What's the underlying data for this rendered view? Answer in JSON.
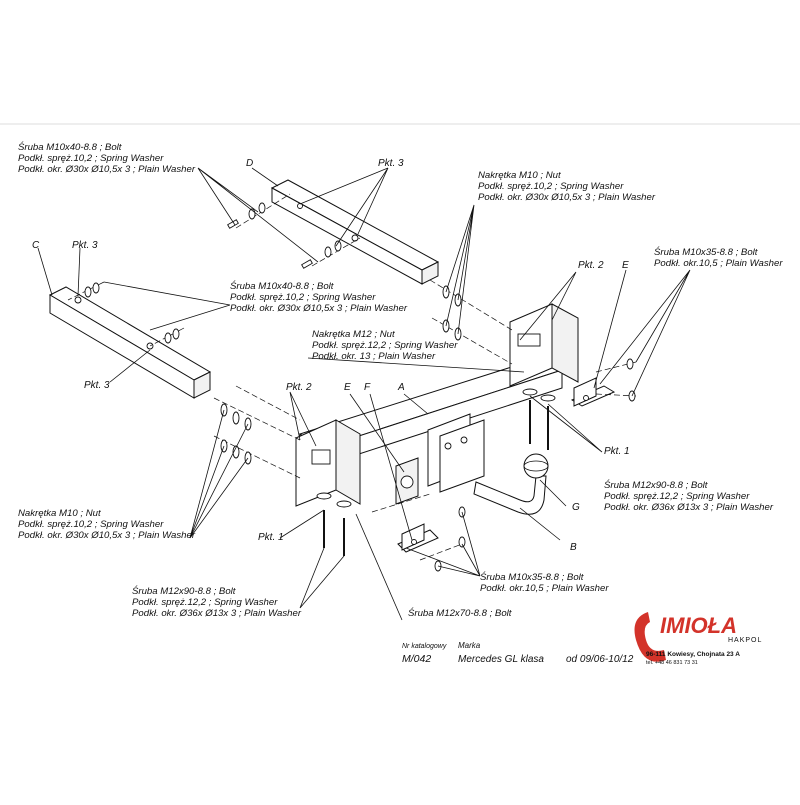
{
  "labels": {
    "D": "D",
    "C": "C",
    "A": "A",
    "B": "B",
    "E_right": "E",
    "E_center": "E",
    "F": "F",
    "G": "G"
  },
  "pkt": {
    "pkt3_top": "Pkt. 3",
    "pkt3_left": "Pkt. 3",
    "pkt3_lower": "Pkt. 3",
    "pkt2_right": "Pkt. 2",
    "pkt2_left": "Pkt. 2",
    "pkt1_right": "Pkt. 1",
    "pkt1_left": "Pkt. 1"
  },
  "callouts": {
    "top_left": [
      "Śruba M10x40-8.8 ;  Bolt",
      "Podkł. spręż.10,2 ; Spring Washer",
      "Podkł. okr.  Ø30x Ø10,5x 3 ; Plain Washer"
    ],
    "top_right_nut": [
      "Nakrętka  M10 ; Nut",
      "Podkł. spręż.10,2 ; Spring Washer",
      "Podkł. okr.  Ø30x Ø10,5x 3 ; Plain Washer"
    ],
    "right_bolt": [
      "Śruba M10x35-8.8 ;  Bolt",
      "Podkł. okr.10,5 ; Plain Washer"
    ],
    "mid_bolt": [
      "Śruba M10x40-8.8 ;  Bolt",
      "Podkł. spręż.10,2 ; Spring Washer",
      "Podkł. okr.  Ø30x Ø10,5x 3 ; Plain Washer"
    ],
    "mid_nut": [
      "Nakrętka  M12 ; Nut",
      "Podkł. spręż.12,2 ; Spring Washer",
      "Podkł. okr. 13 ; Plain Washer"
    ],
    "right_lower_bolt": [
      "Śruba M12x90-8.8 ;  Bolt",
      "Podkł. spręż.12,2 ; Spring Washer",
      "Podkł. okr.  Ø36x Ø13x 3 ; Plain Washer"
    ],
    "left_nut": [
      "Nakrętka  M10 ; Nut",
      "Podkł. spręż.10,2 ; Spring Washer",
      "Podkł. okr.  Ø30x Ø10,5x 3 ; Plain Washer"
    ],
    "center_bolt": [
      "Śruba M10x35-8.8 ;  Bolt",
      "Podkł. okr.10,5 ; Plain Washer"
    ],
    "left_lower_bolt": [
      "Śruba M12x90-8.8 ;  Bolt",
      "Podkł. spręż.12,2 ; Spring Washer",
      "Podkł. okr.  Ø36x Ø13x 3 ; Plain Washer"
    ],
    "bottom_bolt": [
      "Śruba M12x70-8.8 ;  Bolt"
    ]
  },
  "footer": {
    "catalog_label": "Nr katalogowy",
    "catalog_value": "M/042",
    "make_label": "Marka",
    "make_value": "Mercedes GL klasa",
    "date_value": "od 09/06-10/12"
  },
  "brand": {
    "name": "IMIOŁA",
    "sub": "HAKPOL",
    "address": "96-111 Kowiesy, Chojnata 23 A",
    "phone": "tel. +48 46 831 73 31",
    "color": "#d3332a"
  }
}
